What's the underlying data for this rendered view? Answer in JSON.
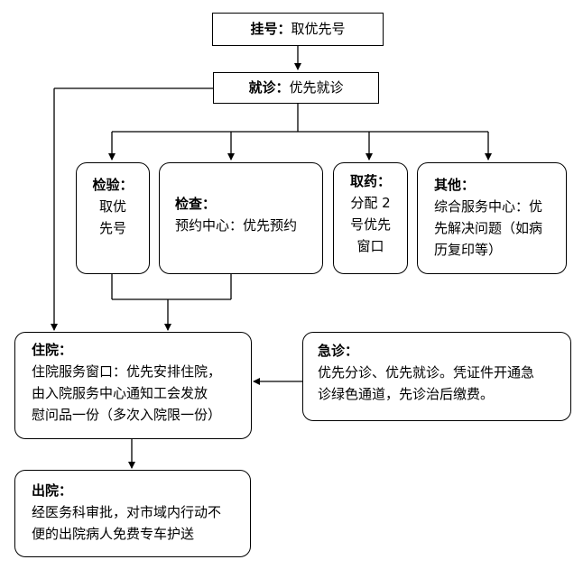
{
  "nodes": {
    "guahao": {
      "title": "挂号：",
      "text": "取优先号"
    },
    "jiuzhen": {
      "title": "就诊：",
      "text": "优先就诊"
    },
    "jianyan": {
      "title": "检验：",
      "lines": [
        "取优",
        "先号"
      ]
    },
    "jiancha": {
      "title": "检查：",
      "text": "预约中心：优先预约"
    },
    "quyao": {
      "title": "取药：",
      "lines": [
        "分配 2",
        "号优先",
        "窗口"
      ]
    },
    "qita": {
      "title": "其他：",
      "lines": [
        "综合服务中心：优",
        "先解决问题（如病",
        "历复印等）"
      ]
    },
    "zhuyuan": {
      "title": "住院：",
      "lines": [
        "住院服务窗口：优先安排住院，",
        "由入院服务中心通知工会发放",
        "慰问品一份（多次入院限一份）"
      ]
    },
    "jizhen": {
      "title": "急诊：",
      "lines": [
        "优先分诊、优先就诊。凭证件开通急",
        "诊绿色通道，先诊治后缴费。"
      ]
    },
    "chuyuan": {
      "title": "出院：",
      "lines": [
        "经医务科审批，对市域内行动不",
        "便的出院病人免费专车护送"
      ]
    }
  }
}
